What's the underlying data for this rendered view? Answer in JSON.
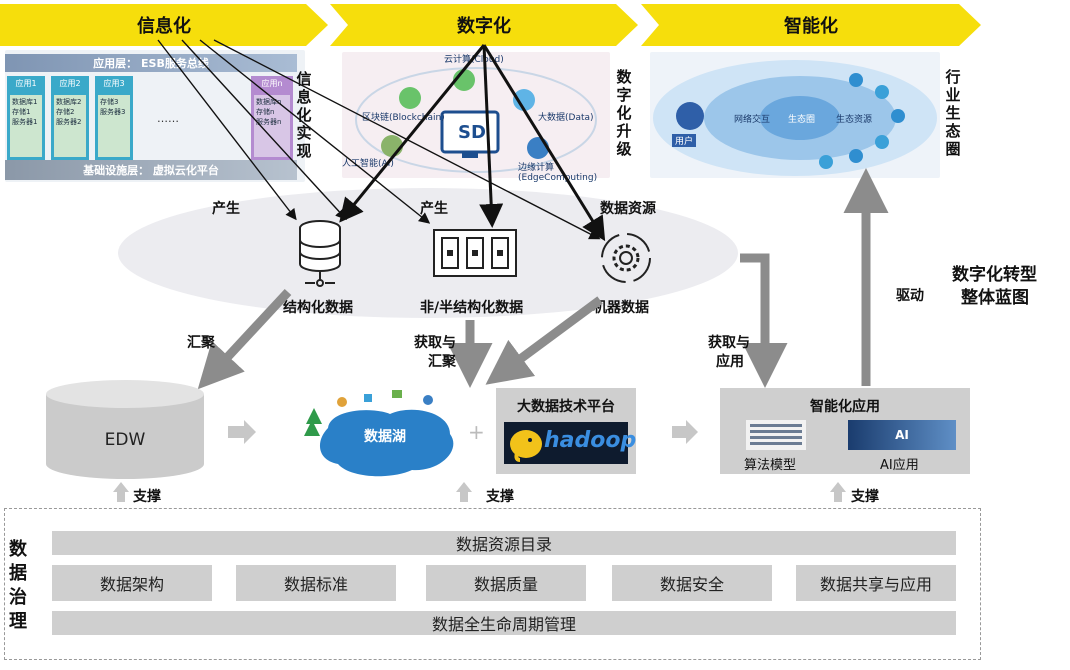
{
  "stages": [
    {
      "label": "信息化"
    },
    {
      "label": "数字化"
    },
    {
      "label": "智能化"
    }
  ],
  "it_panel": {
    "top_bar": "应用层： ESB服务总线",
    "bottom_bar": "基础设施层： 虚拟云化平台",
    "apps": [
      "应用1",
      "应用2",
      "应用3",
      "应用n"
    ],
    "app_details": [
      "数据库1\n存储1\n服务器1",
      "数据库2\n存储2\n服务器2",
      "存储3\n服务器3",
      "数据库n\n存储n\n服务器n"
    ],
    "dots": "……"
  },
  "digital_panel": {
    "center": "SD",
    "nodes": [
      "云计算(Cloud)",
      "区块链(Blockchain)",
      "大数据(Data)",
      "人工智能(AI)",
      "边缘计算(EdgeComputing)"
    ]
  },
  "smart_panel": {
    "nodes": [
      "用户",
      "网络交互",
      "生态圈",
      "生态资源"
    ]
  },
  "side_labels": {
    "it": "信息化实现",
    "digital": "数字化升级",
    "smart": "行业生态圈"
  },
  "blueprint_title_1": "数字化转型",
  "blueprint_title_2": "整体蓝图",
  "drive": "驱动",
  "produce_1": "产生",
  "produce_2": "产生",
  "data_resource": "数据资源",
  "data_types": {
    "structured": "结构化数据",
    "semi": "非/半结构化数据",
    "machine": "机器数据"
  },
  "arrows": {
    "converge": "汇聚",
    "acquire_converge_1": "获取与",
    "acquire_converge_2": "汇聚",
    "acquire_apply_1": "获取与",
    "acquire_apply_2": "应用"
  },
  "edw": "EDW",
  "data_lake": "数据湖",
  "bigdata_platform": "大数据技术平台",
  "hadoop": "hadoop",
  "smart_apps": {
    "title": "智能化应用",
    "algo": "算法模型",
    "ai": "AI应用",
    "ai_badge": "AI"
  },
  "support": "支撑",
  "governance": {
    "title": "数据治理",
    "top": "数据资源目录",
    "items": [
      "数据架构",
      "数据标准",
      "数据质量",
      "数据安全",
      "数据共享与应用"
    ],
    "bottom": "数据全生命周期管理"
  },
  "colors": {
    "chevron": "#f6de0c",
    "arrow_gray": "#8c8c8c",
    "box_gray": "#cfcfcf",
    "ellipse": "#ececf0"
  }
}
